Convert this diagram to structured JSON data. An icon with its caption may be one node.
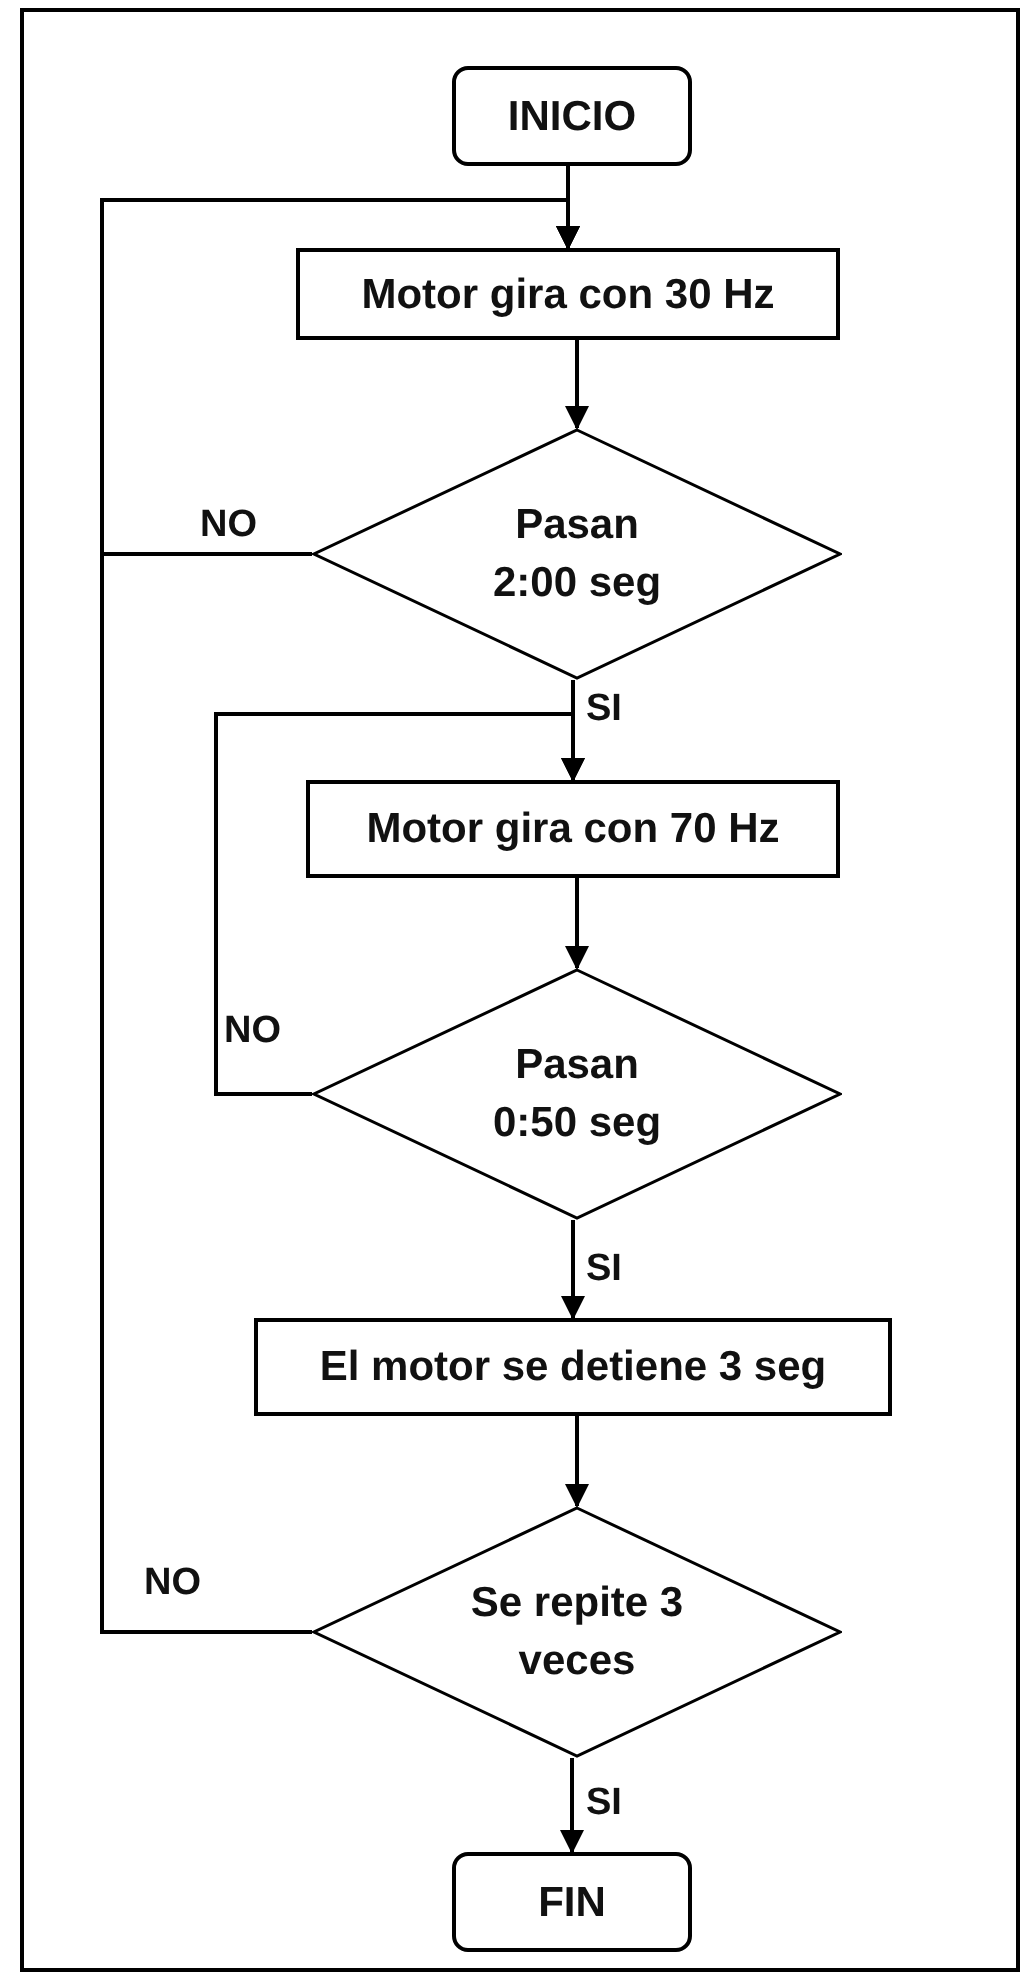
{
  "diagram": {
    "nodes": [
      {
        "text": [
          "INICIO"
        ]
      },
      {
        "text": [
          "Motor gira con 30 Hz"
        ]
      },
      {
        "text": [
          "Pasan 2:00 seg"
        ]
      },
      {
        "text": [
          "Motor gira con 70 Hz"
        ]
      },
      {
        "text": [
          "Pasan 0:50 seg"
        ]
      },
      {
        "text": [
          "El motor se detiene 3 seg"
        ]
      },
      {
        "text": [
          "Se repite 3 veces"
        ]
      },
      {
        "text": [
          "FIN"
        ]
      }
    ],
    "edges": [
      {
        "from": 0,
        "to": 1,
        "arrow": "to"
      },
      {
        "from": 1,
        "to": 2,
        "arrow": "to"
      },
      {
        "from": 2,
        "to": 3,
        "arrow": "to",
        "label": "SI"
      },
      {
        "from": 3,
        "to": 4,
        "arrow": "to"
      },
      {
        "from": 4,
        "to": 5,
        "arrow": "to",
        "label": "SI"
      },
      {
        "from": 5,
        "to": 6,
        "arrow": "to"
      },
      {
        "from": 6,
        "to": 7,
        "arrow": "to",
        "label": "SI"
      },
      {
        "from": 2,
        "to": 1,
        "arrow": "to",
        "label": "NO"
      },
      {
        "from": 4,
        "to": 3,
        "arrow": "to",
        "label": "NO"
      },
      {
        "from": 6,
        "to": 1,
        "arrow": "to",
        "label": "NO"
      }
    ]
  }
}
